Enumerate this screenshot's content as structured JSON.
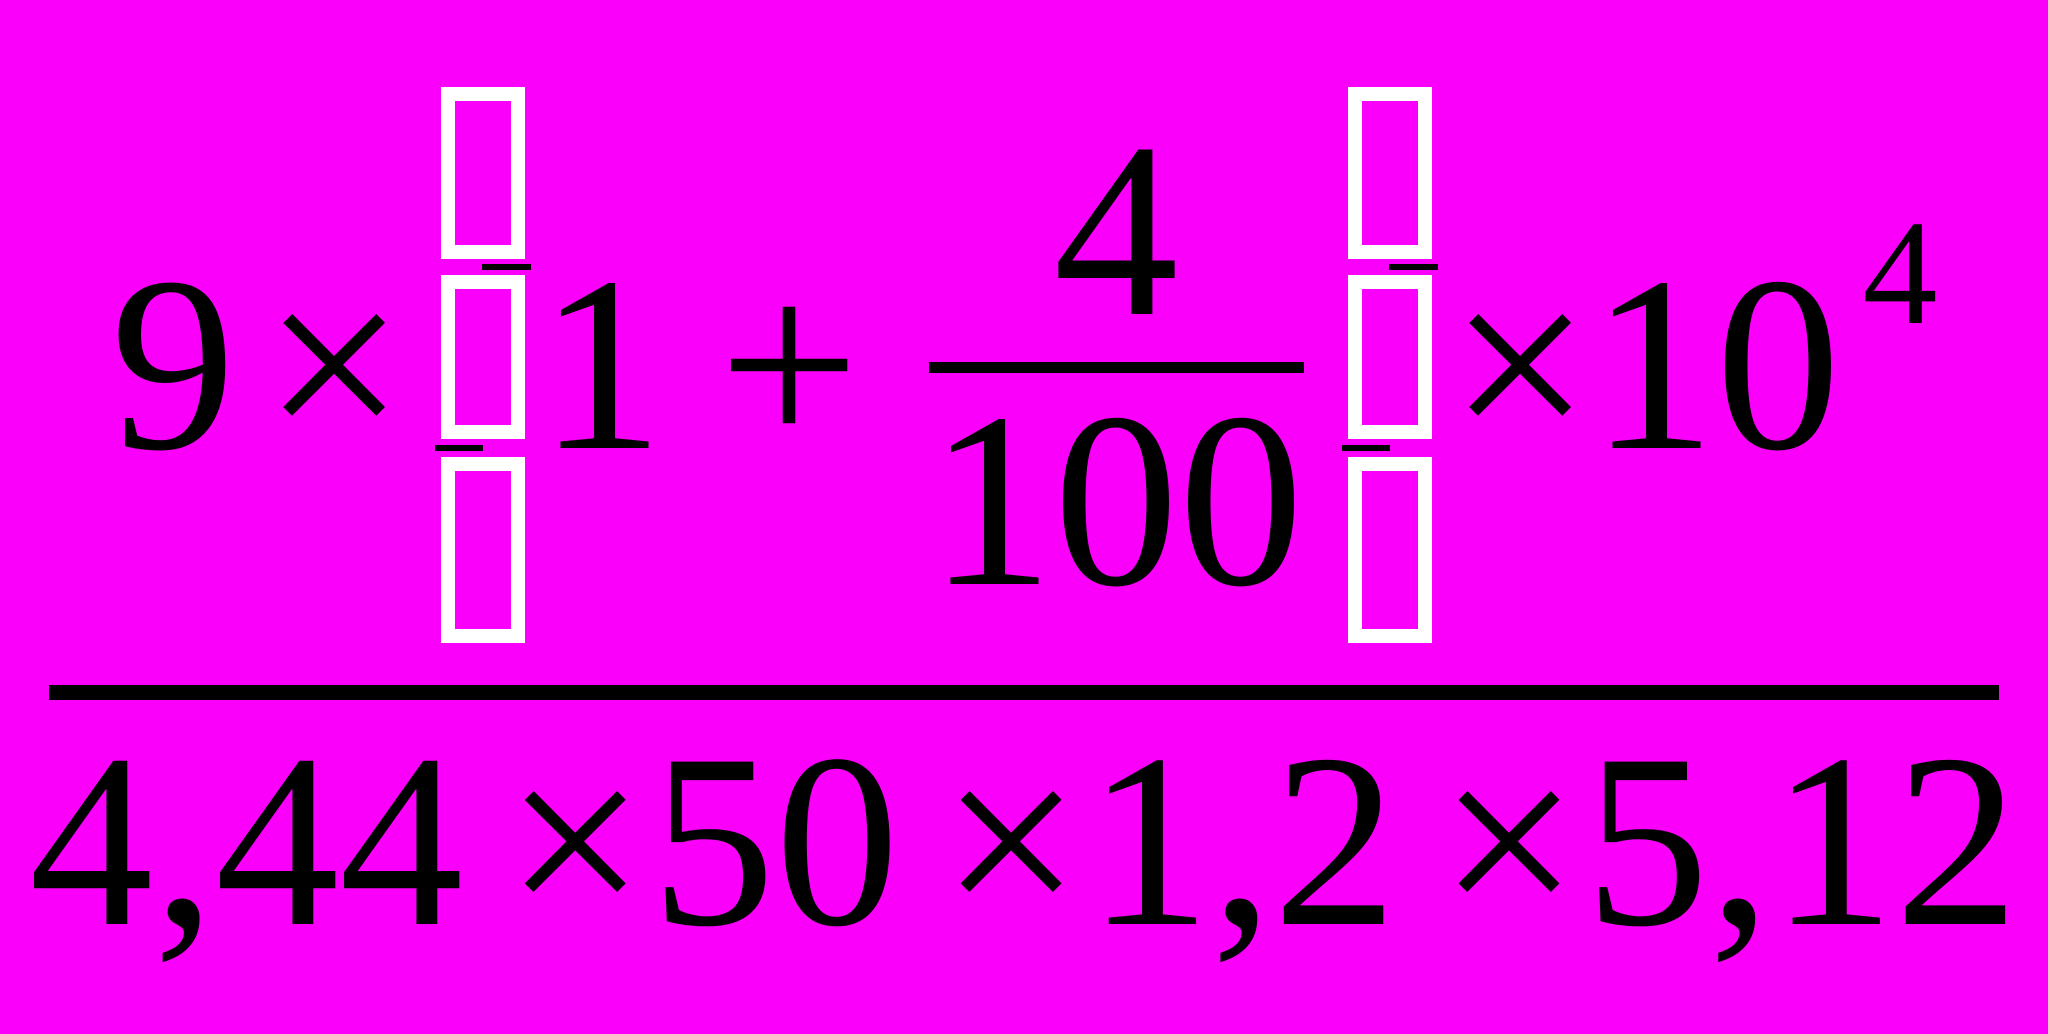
{
  "colors": {
    "background": "#FA00FA",
    "ink": "#000000",
    "glyph_box_outline": "#FFFFFF",
    "fraction_bar": "#000000"
  },
  "formula": {
    "numerator": {
      "coefficient": "9",
      "times1": "×",
      "one": "1",
      "plus": "+",
      "inner_fraction": {
        "numerator": "4",
        "denominator": "100"
      },
      "times2": "×",
      "base": "10",
      "exponent": "4"
    },
    "denominator": {
      "tokens": [
        "4,44",
        "×",
        "50",
        "×",
        "1,2",
        "×",
        "5,12"
      ]
    }
  }
}
